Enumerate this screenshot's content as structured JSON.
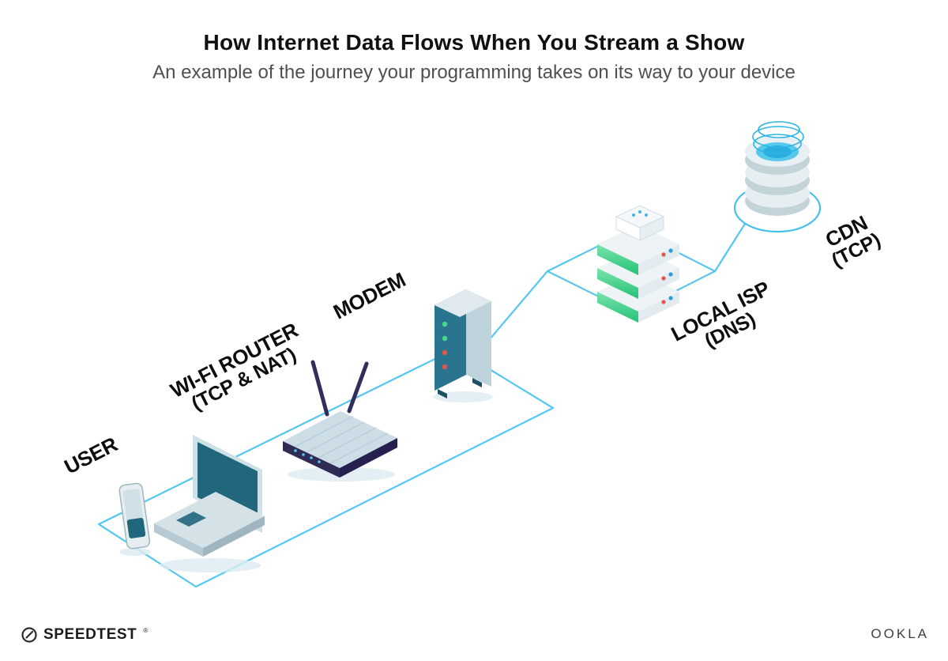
{
  "header": {
    "title": "How Internet Data Flows When You Stream a Show",
    "subtitle": "An example of the journey your programming takes on its way to your device"
  },
  "nodes": [
    {
      "id": "user",
      "icon": "phone-laptop-icon",
      "label": "USER",
      "sublabel": ""
    },
    {
      "id": "router",
      "icon": "wifi-router-icon",
      "label": "WI-FI ROUTER",
      "sublabel": "(TCP & NAT)"
    },
    {
      "id": "modem",
      "icon": "modem-icon",
      "label": "MODEM",
      "sublabel": ""
    },
    {
      "id": "isp",
      "icon": "server-stack-icon",
      "label": "LOCAL ISP",
      "sublabel": "(DNS)"
    },
    {
      "id": "cdn",
      "icon": "database-icon",
      "label": "CDN",
      "sublabel": "(TCP)"
    }
  ],
  "footer": {
    "speedtest": "SPEEDTEST",
    "trademark": "®",
    "ookla": "OOKLA"
  },
  "colors": {
    "accent": "#4fc4ee",
    "teal": "#20677d",
    "navy": "#2f2b55",
    "green": "#35d285",
    "red": "#e2574c",
    "blue-dot": "#2d9cdb",
    "text": "#101010",
    "subtitle": "#4f4f4f"
  }
}
